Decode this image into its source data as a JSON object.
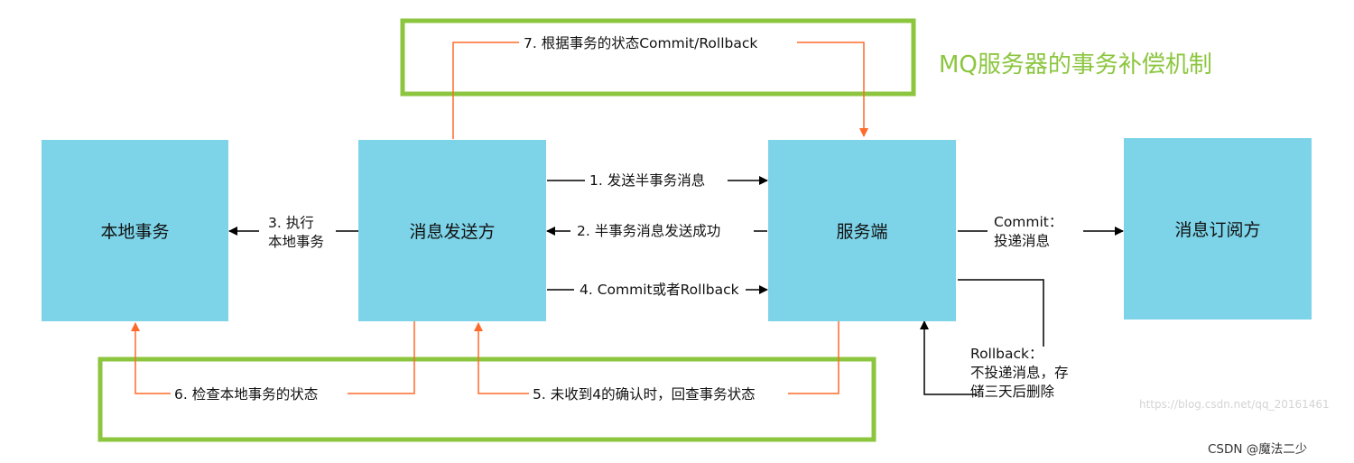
{
  "title": "MQ服务器的事务补偿机制",
  "boxes": {
    "local": "本地事务",
    "sender": "消息发送方",
    "server": "服务端",
    "subscriber": "消息订阅方"
  },
  "labels": {
    "step1": "1. 发送半事务消息",
    "step2": "2. 半事务消息发送成功",
    "step3_line1": "3. 执行",
    "step3_line2": "本地事务",
    "step4": "4. Commit或者Rollback",
    "step5": "5. 未收到4的确认时，回查事务状态",
    "step6": "6. 检查本地事务的状态",
    "step7": "7. 根据事务的状态Commit/Rollback",
    "commit_line1": "Commit：",
    "commit_line2": "投递消息",
    "rollback_line1": "Rollback：",
    "rollback_line2": "不投递消息，存",
    "rollback_line3": "储三天后删除"
  },
  "colors": {
    "box_fill": "#7dd3e8",
    "highlight_frame": "#8cc63f",
    "check_arrow": "#ff6a2a",
    "flow_arrow": "#000000"
  },
  "watermark": "https://blog.csdn.net/qq_20161461",
  "credit": "CSDN @魔法二少"
}
